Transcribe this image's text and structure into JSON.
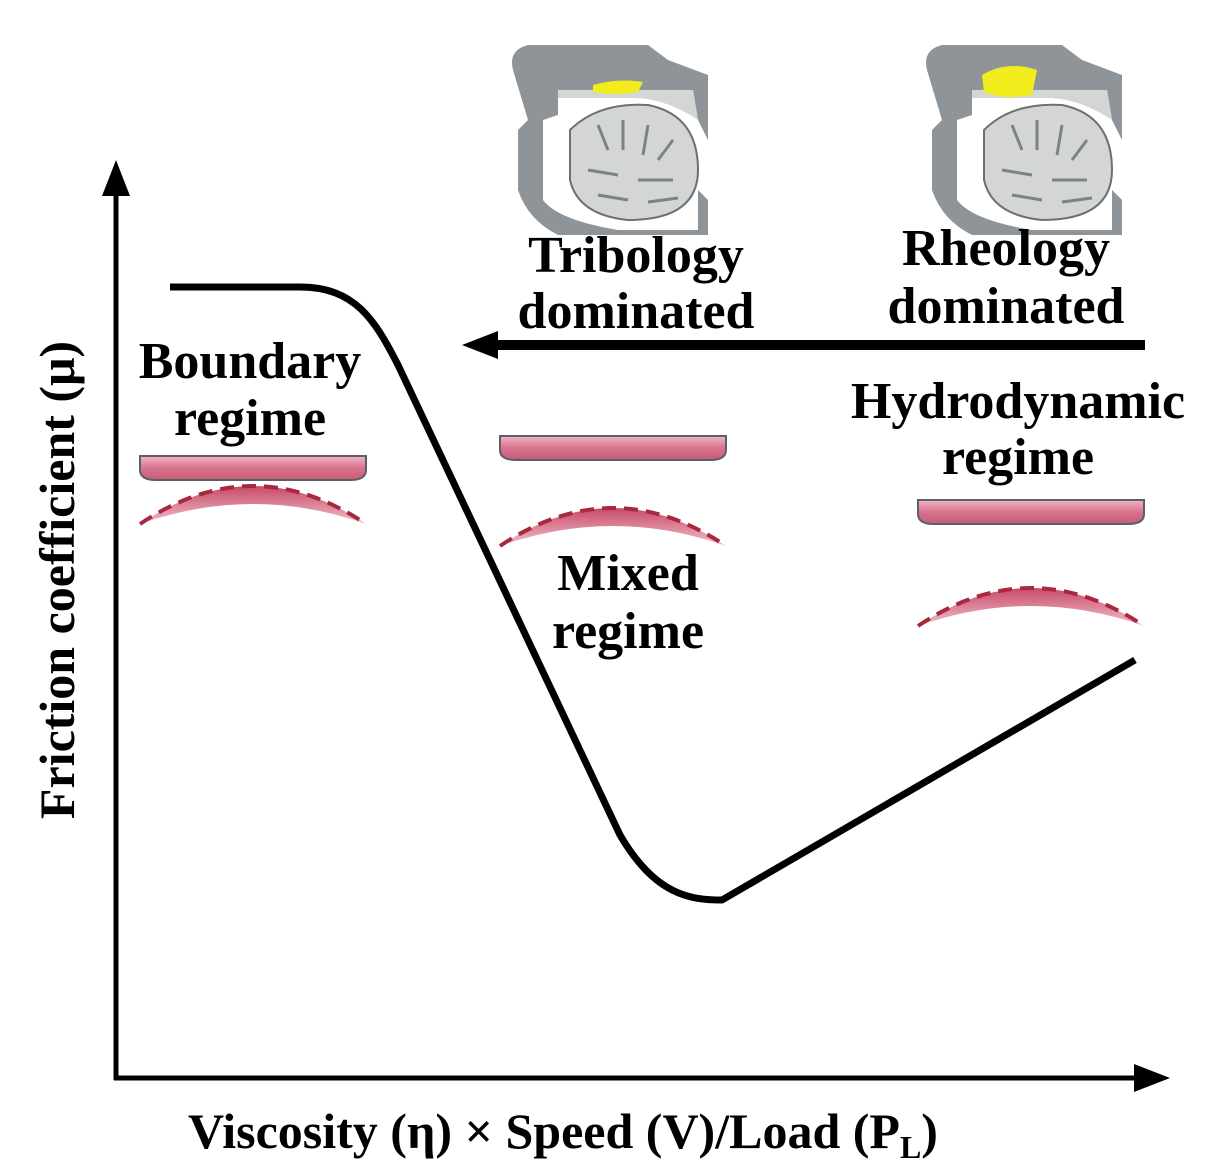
{
  "title_region": {
    "tribology": {
      "line1": "Tribology",
      "line2": "dominated"
    },
    "rheology": {
      "line1": "Rheology",
      "line2": "dominated"
    }
  },
  "regimes": {
    "boundary": {
      "line1": "Boundary",
      "line2": "regime"
    },
    "mixed": {
      "line1": "Mixed",
      "line2": "regime"
    },
    "hydrodynamic": {
      "line1": "Hydrodynamic",
      "line2": "regime"
    }
  },
  "axes": {
    "x_label": "Viscosity (η) × Speed (V)/Load (P",
    "x_label_sub": "L",
    "x_label_end": ")",
    "y_label": "Friction coefficient (μ)"
  },
  "colors": {
    "surface_fill": "#d9748e",
    "surface_dash": "#a8283e",
    "tongue_gray": "#8e9498",
    "tongue_light": "#d4d6d6",
    "saliva_yellow": "#f2ec1c"
  }
}
